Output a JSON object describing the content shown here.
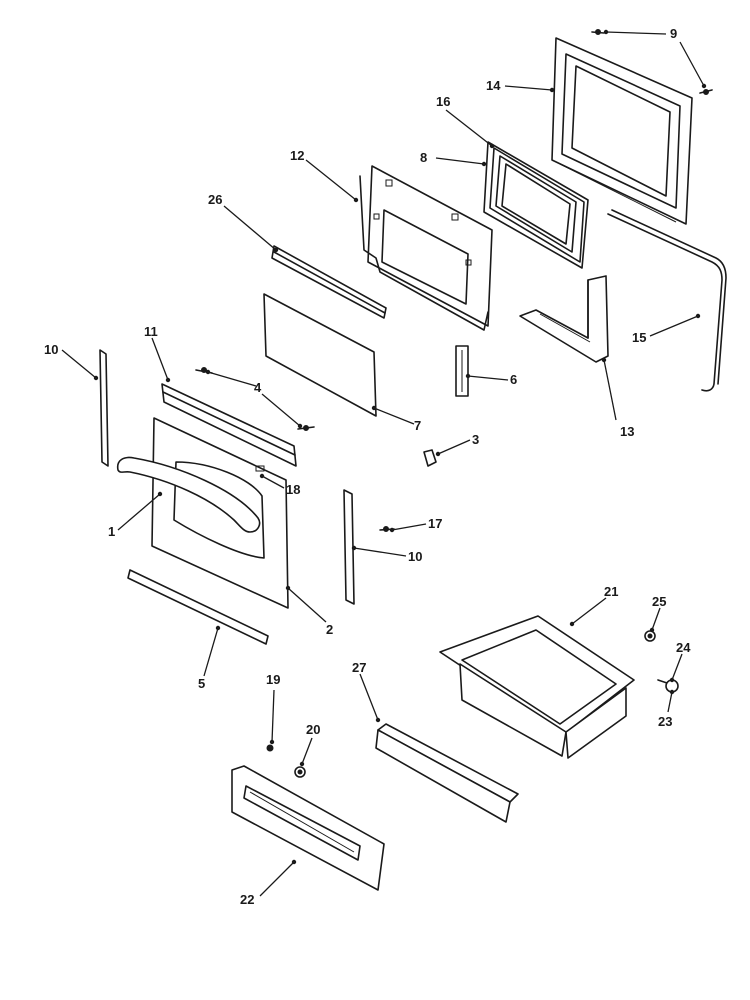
{
  "diagram": {
    "callouts": [
      {
        "id": "c9",
        "label": "9"
      },
      {
        "id": "c14",
        "label": "14"
      },
      {
        "id": "c16",
        "label": "16"
      },
      {
        "id": "c8",
        "label": "8"
      },
      {
        "id": "c12",
        "label": "12"
      },
      {
        "id": "c26",
        "label": "26"
      },
      {
        "id": "c15",
        "label": "15"
      },
      {
        "id": "c11",
        "label": "11"
      },
      {
        "id": "c10a",
        "label": "10"
      },
      {
        "id": "c4",
        "label": "4"
      },
      {
        "id": "c6",
        "label": "6"
      },
      {
        "id": "c13",
        "label": "13"
      },
      {
        "id": "c7",
        "label": "7"
      },
      {
        "id": "c3",
        "label": "3"
      },
      {
        "id": "c18",
        "label": "18"
      },
      {
        "id": "c1",
        "label": "1"
      },
      {
        "id": "c17",
        "label": "17"
      },
      {
        "id": "c10b",
        "label": "10"
      },
      {
        "id": "c2",
        "label": "2"
      },
      {
        "id": "c5",
        "label": "5"
      },
      {
        "id": "c21",
        "label": "21"
      },
      {
        "id": "c25",
        "label": "25"
      },
      {
        "id": "c24",
        "label": "24"
      },
      {
        "id": "c23",
        "label": "23"
      },
      {
        "id": "c19",
        "label": "19"
      },
      {
        "id": "c27",
        "label": "27"
      },
      {
        "id": "c20",
        "label": "20"
      },
      {
        "id": "c22",
        "label": "22"
      }
    ]
  }
}
